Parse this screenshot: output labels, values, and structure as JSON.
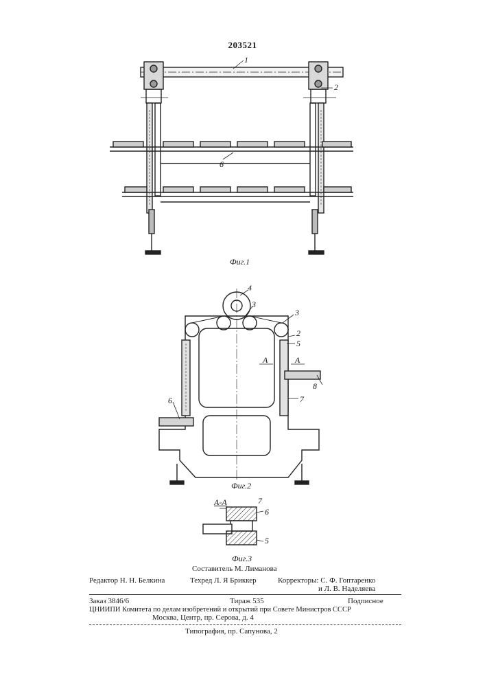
{
  "patent_number": "203521",
  "figures": [
    {
      "caption": "Фиг.1",
      "labels": [
        "1",
        "2",
        "6"
      ]
    },
    {
      "caption": "Фиг.2",
      "labels": [
        "4",
        "3",
        "3",
        "2",
        "5",
        "А",
        "А",
        "8",
        "6",
        "7"
      ]
    },
    {
      "caption": "Фиг.3",
      "section": "А-А",
      "labels": [
        "7",
        "6",
        "5"
      ]
    }
  ],
  "credits": {
    "compiler": "Составитель М. Лиманова",
    "editor": "Редактор Н. Н. Белкина",
    "techred": "Техред Л. Я Бриккер",
    "correctors_1": "Корректоры: С. Ф. Гоптаренко",
    "correctors_2": "и Л. В. Наделяева"
  },
  "order": {
    "order_no": "Заказ 3846/6",
    "circulation": "Тираж 535",
    "subscription": "Подписное",
    "institute": "ЦНИИПИ Комитета по делам изобретений и открытий при Совете Министров СССР",
    "address": "Москва, Центр, пр. Серова, д. 4"
  },
  "printer": "Типография, пр. Сапунова, 2"
}
